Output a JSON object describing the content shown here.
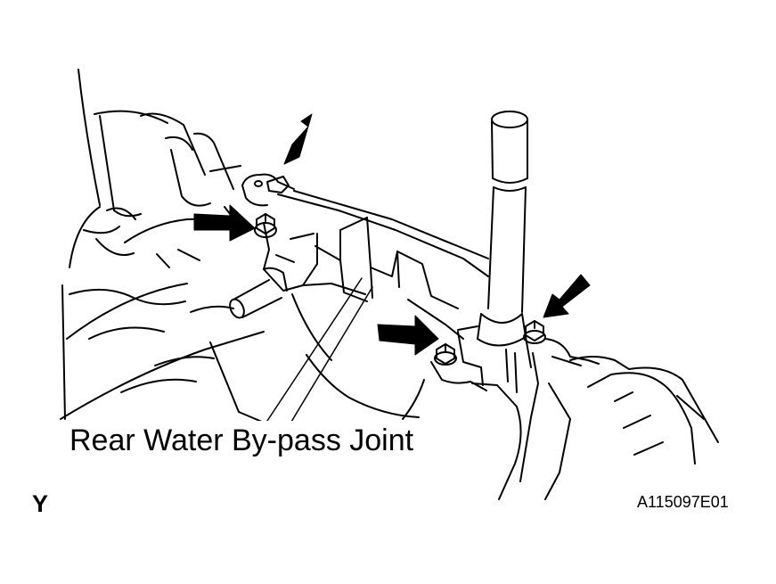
{
  "figure": {
    "callout_label": "Rear Water By-pass Joint",
    "corner_letter": "Y",
    "figure_id": "A115097E01",
    "arrow_count": 4,
    "icons": [
      "engine-block-drawing",
      "bypass-joint-drawing",
      "bypass-pipe-drawing",
      "bolt-nut-drawing",
      "arrow-pointer-icon"
    ]
  }
}
